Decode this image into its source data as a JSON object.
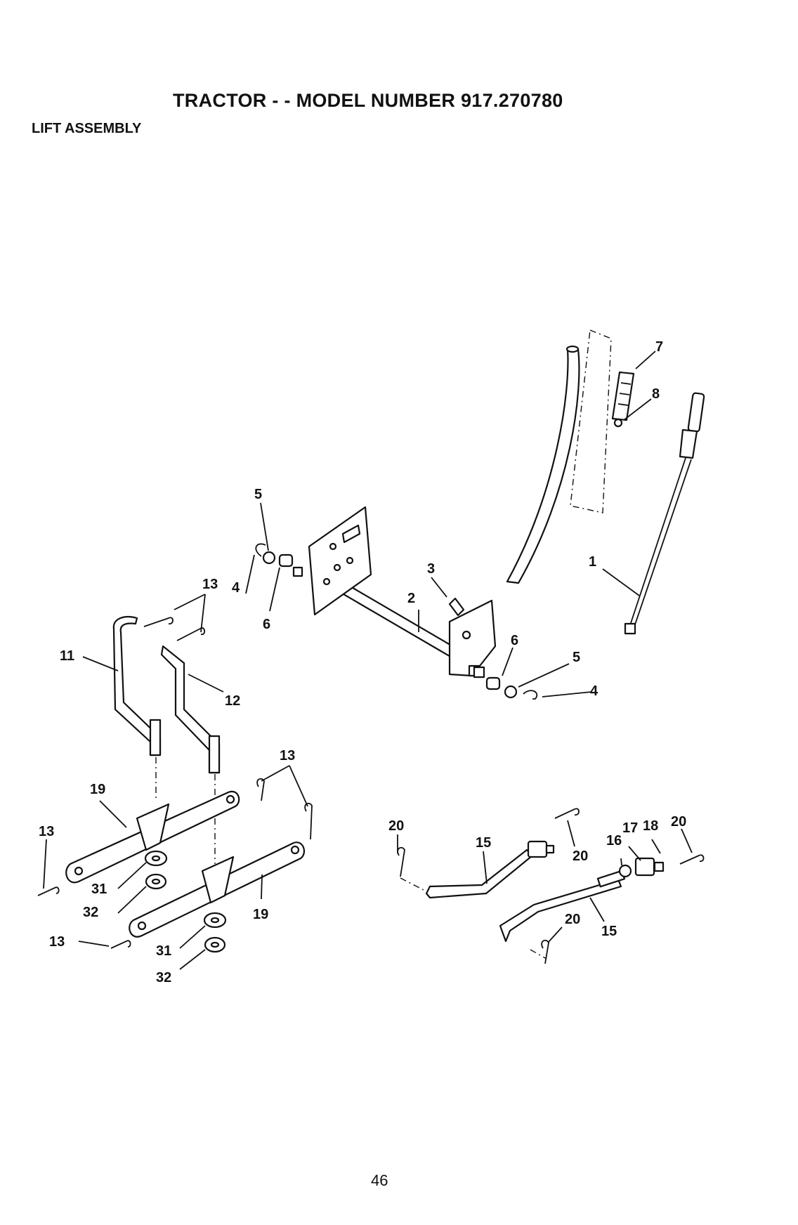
{
  "header": {
    "title": "TRACTOR - - MODEL NUMBER 917.270780",
    "section": "LIFT ASSEMBLY"
  },
  "diagram": {
    "labels": {
      "l1": "1",
      "l2": "2",
      "l3": "3",
      "l4a": "4",
      "l4b": "4",
      "l5a": "5",
      "l5b": "5",
      "l6a": "6",
      "l6b": "6",
      "l7": "7",
      "l8": "8",
      "l11": "11",
      "l12": "12",
      "l13a": "13",
      "l13b": "13",
      "l13c": "13",
      "l13d": "13",
      "l15a": "15",
      "l15b": "15",
      "l16": "16",
      "l17": "17",
      "l18": "18",
      "l19a": "19",
      "l19b": "19",
      "l20a": "20",
      "l20b": "20",
      "l20c": "20",
      "l20d": "20",
      "l31a": "31",
      "l31b": "31",
      "l32a": "32",
      "l32b": "32"
    }
  },
  "footer": {
    "page_number": "46"
  }
}
